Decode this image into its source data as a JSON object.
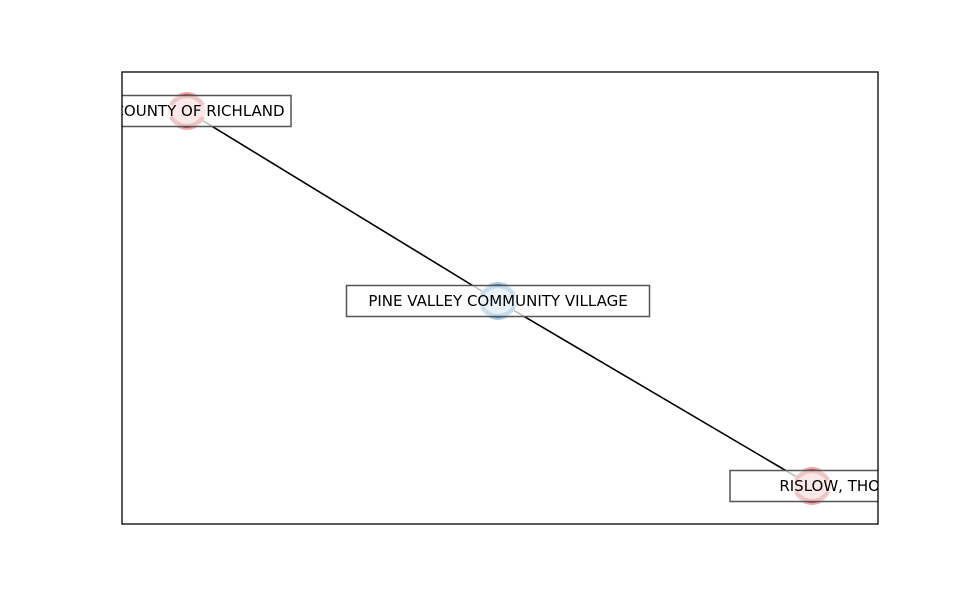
{
  "graph": {
    "nodes": [
      {
        "id": "county",
        "label": "COUNTY OF RICHLAND",
        "group": "red"
      },
      {
        "id": "village",
        "label": "PINE VALLEY COMMUNITY VILLAGE",
        "group": "blue"
      },
      {
        "id": "rislow",
        "label": "RISLOW, THOMAS",
        "group": "red"
      }
    ],
    "edges": [
      {
        "source": "county",
        "target": "village"
      },
      {
        "source": "village",
        "target": "rislow"
      }
    ]
  },
  "colors": {
    "red_fill": "#f1a5a8",
    "red_edge": "#b71c1c",
    "blue_fill": "#a9c9e6",
    "blue_edge": "#1f77b4",
    "edge": "#000000",
    "frame": "#000000",
    "label_border": "#555555",
    "label_fill": "#ffffff"
  }
}
